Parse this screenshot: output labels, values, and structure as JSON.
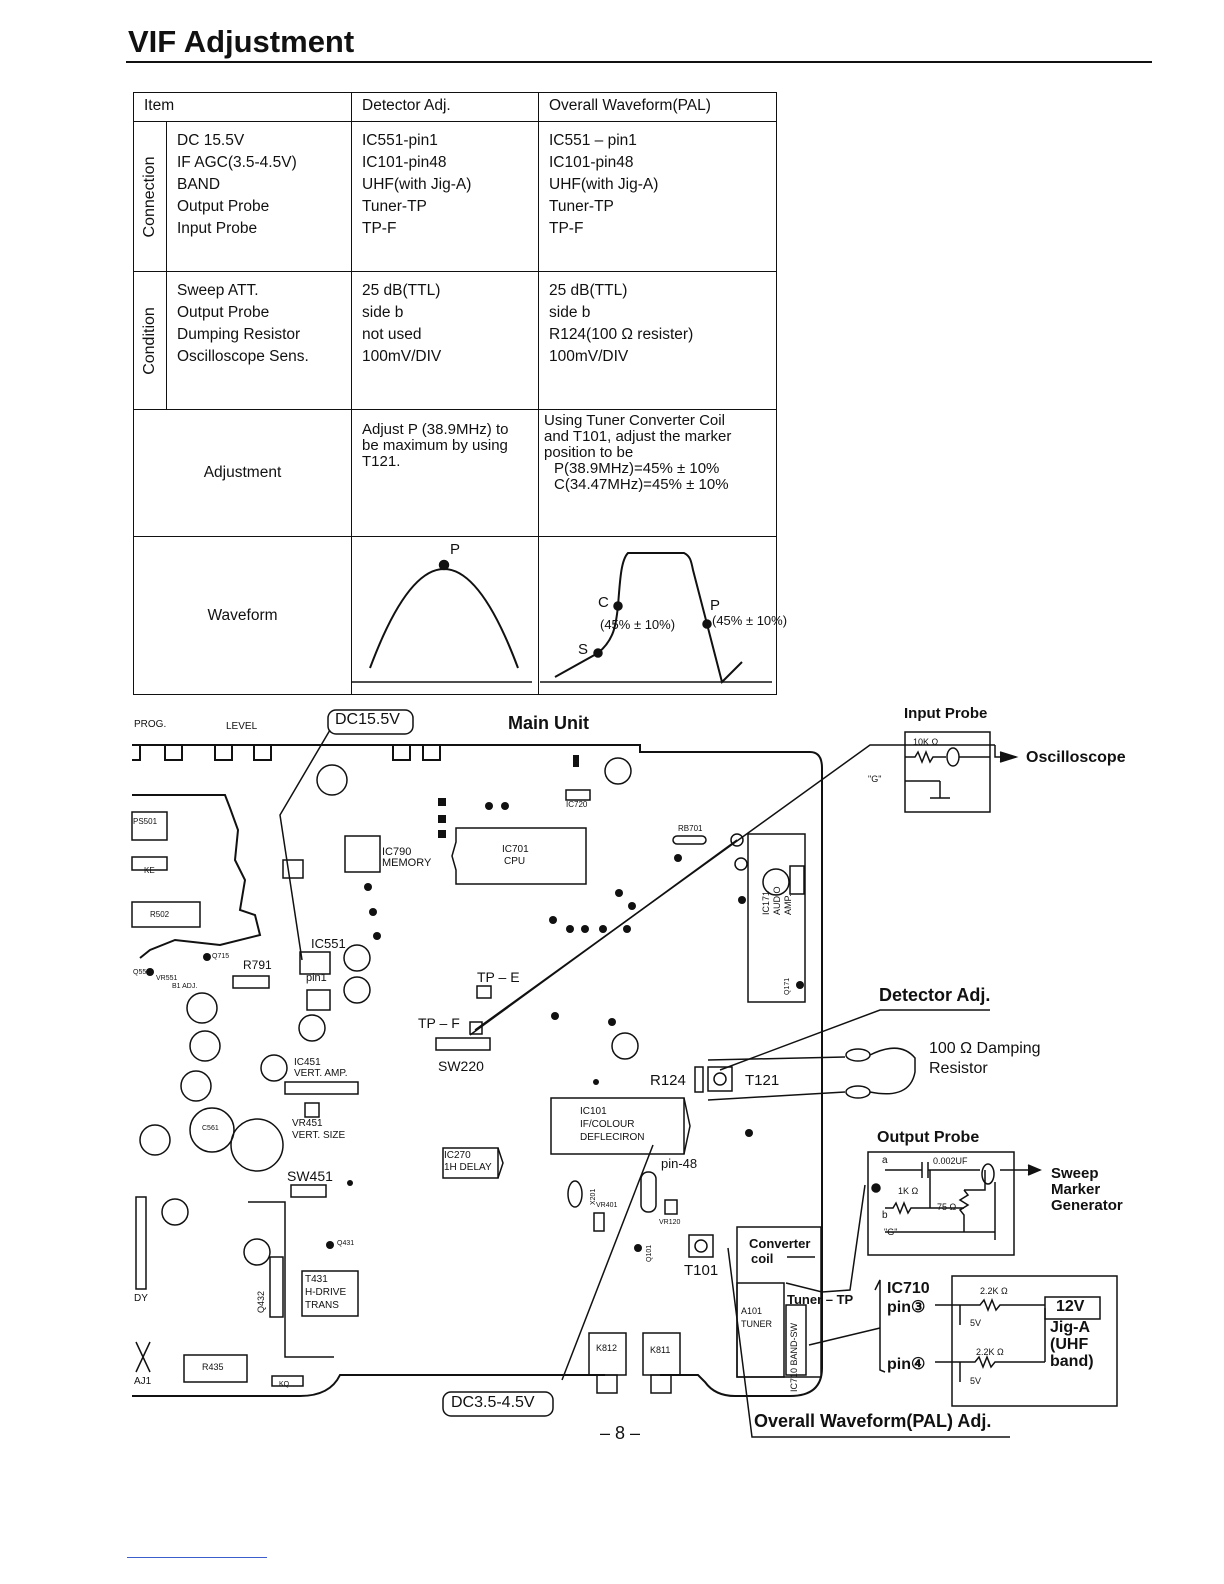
{
  "title": "VIF Adjustment",
  "table": {
    "headers": [
      "Item",
      "Detector Adj.",
      "Overall Waveform(PAL)"
    ],
    "connection": {
      "label": "Connection",
      "items": [
        "DC 15.5V",
        "IF AGC(3.5-4.5V)",
        "BAND",
        "Output Probe",
        "Input Probe"
      ],
      "detector": [
        "IC551-pin1",
        "IC101-pin48",
        "UHF(with Jig-A)",
        "Tuner-TP",
        "TP-F"
      ],
      "overall": [
        "IC551 – pin1",
        "IC101-pin48",
        "UHF(with Jig-A)",
        "Tuner-TP",
        "TP-F"
      ]
    },
    "condition": {
      "label": "Condition",
      "items": [
        "Sweep ATT.",
        "Output Probe",
        "Dumping Resistor",
        "Oscilloscope Sens."
      ],
      "detector": [
        "25 dB(TTL)",
        "side b",
        "not used",
        "100mV/DIV"
      ],
      "overall": [
        "25 dB(TTL)",
        "side b",
        "R124(100 Ω resister)",
        "100mV/DIV"
      ]
    },
    "adjustment": {
      "label": "Adjustment",
      "detector": [
        "Adjust P (38.9MHz) to",
        "be maximum by using",
        "T121."
      ],
      "overall": [
        "Using Tuner Converter Coil",
        "and T101, adjust the marker",
        "position to be",
        "P(38.9MHz)=45% ± 10%",
        "C(34.47MHz)=45% ± 10%"
      ]
    },
    "waveform": {
      "label": "Waveform",
      "p": "P",
      "c": "C",
      "s": "S",
      "c_pct": "(45% ± 10%)",
      "p_pct": "(45% ± 10%)"
    }
  },
  "diagram": {
    "prog": "PROG.",
    "level": "LEVEL",
    "dc155": "DC15.5V",
    "main_unit": "Main Unit",
    "ic720": "IC720",
    "ic790": "IC790",
    "memory": "MEMORY",
    "ic701": "IC701",
    "cpu": "CPU",
    "rb701": "RB701",
    "ps501": "PS501",
    "ke": "KE",
    "r502": "R502",
    "ic551": "IC551",
    "pin1": "pin1",
    "r791": "R791",
    "q715": "Q715",
    "q553": "Q553",
    "vr551": "VR551",
    "b1adj": "B1 ADJ.",
    "tpe": "TP – E",
    "tpf": "TP – F",
    "sw220": "SW220",
    "ic171": "IC171",
    "audio": "AUDIO",
    "amp": "AMP.",
    "q171": "Q171",
    "ic451": "IC451",
    "vertamp": "VERT. AMP.",
    "vr451": "VR451",
    "vertsize": "VERT. SIZE",
    "c561": "C561",
    "sw451": "SW451",
    "ic270": "IC270",
    "hdelay": "1H DELAY",
    "ic101": "IC101",
    "ifcolour": "IF/COLOUR",
    "deflecir": "DEFLECIRON",
    "pin48": "pin-48",
    "x201": "X201",
    "vr401": "VR401",
    "vr120": "VR120",
    "q101": "Q101",
    "t101": "T101",
    "r124": "R124",
    "t121": "T121",
    "converter": "Converter",
    "coil": "coil",
    "a101": "A101",
    "tuner": "TUNER",
    "tunertp": "Tuner – TP",
    "ic710band": "IC710 BAND-SW",
    "k812": "K812",
    "k811": "K811",
    "t431": "T431",
    "hdrive": "H-DRIVE",
    "trans": "TRANS",
    "q432": "Q432",
    "q431": "Q431",
    "r435": "R435",
    "kq": "KQ",
    "dy": "DY",
    "aj1": "AJ1",
    "dc345": "DC3.5-4.5V",
    "input_probe": "Input Probe",
    "tenk": "10K Ω",
    "g1": "\"G\"",
    "oscilloscope": "Oscilloscope",
    "detector_adj": "Detector Adj.",
    "damping1": "100 Ω Damping",
    "damping2": "Resistor",
    "output_probe": "Output Probe",
    "a": "a",
    "b": "b",
    "cap": "0.002UF",
    "onek": "1K Ω",
    "r75": "75 Ω",
    "g2": "\"G\"",
    "sweep1": "Sweep",
    "sweep2": "Marker",
    "sweep3": "Generator",
    "ic710": "IC710",
    "pin3": "pin③",
    "pin4": "pin④",
    "r22k1": "2.2K Ω",
    "r22k2": "2.2K Ω",
    "v5a": "5V",
    "v5b": "5V",
    "v12": "12V",
    "jig1": "Jig-A",
    "jig2": "(UHF",
    "jig3": "band)",
    "overall_adj": "Overall Waveform(PAL) Adj."
  },
  "page_number": "– 8 –"
}
